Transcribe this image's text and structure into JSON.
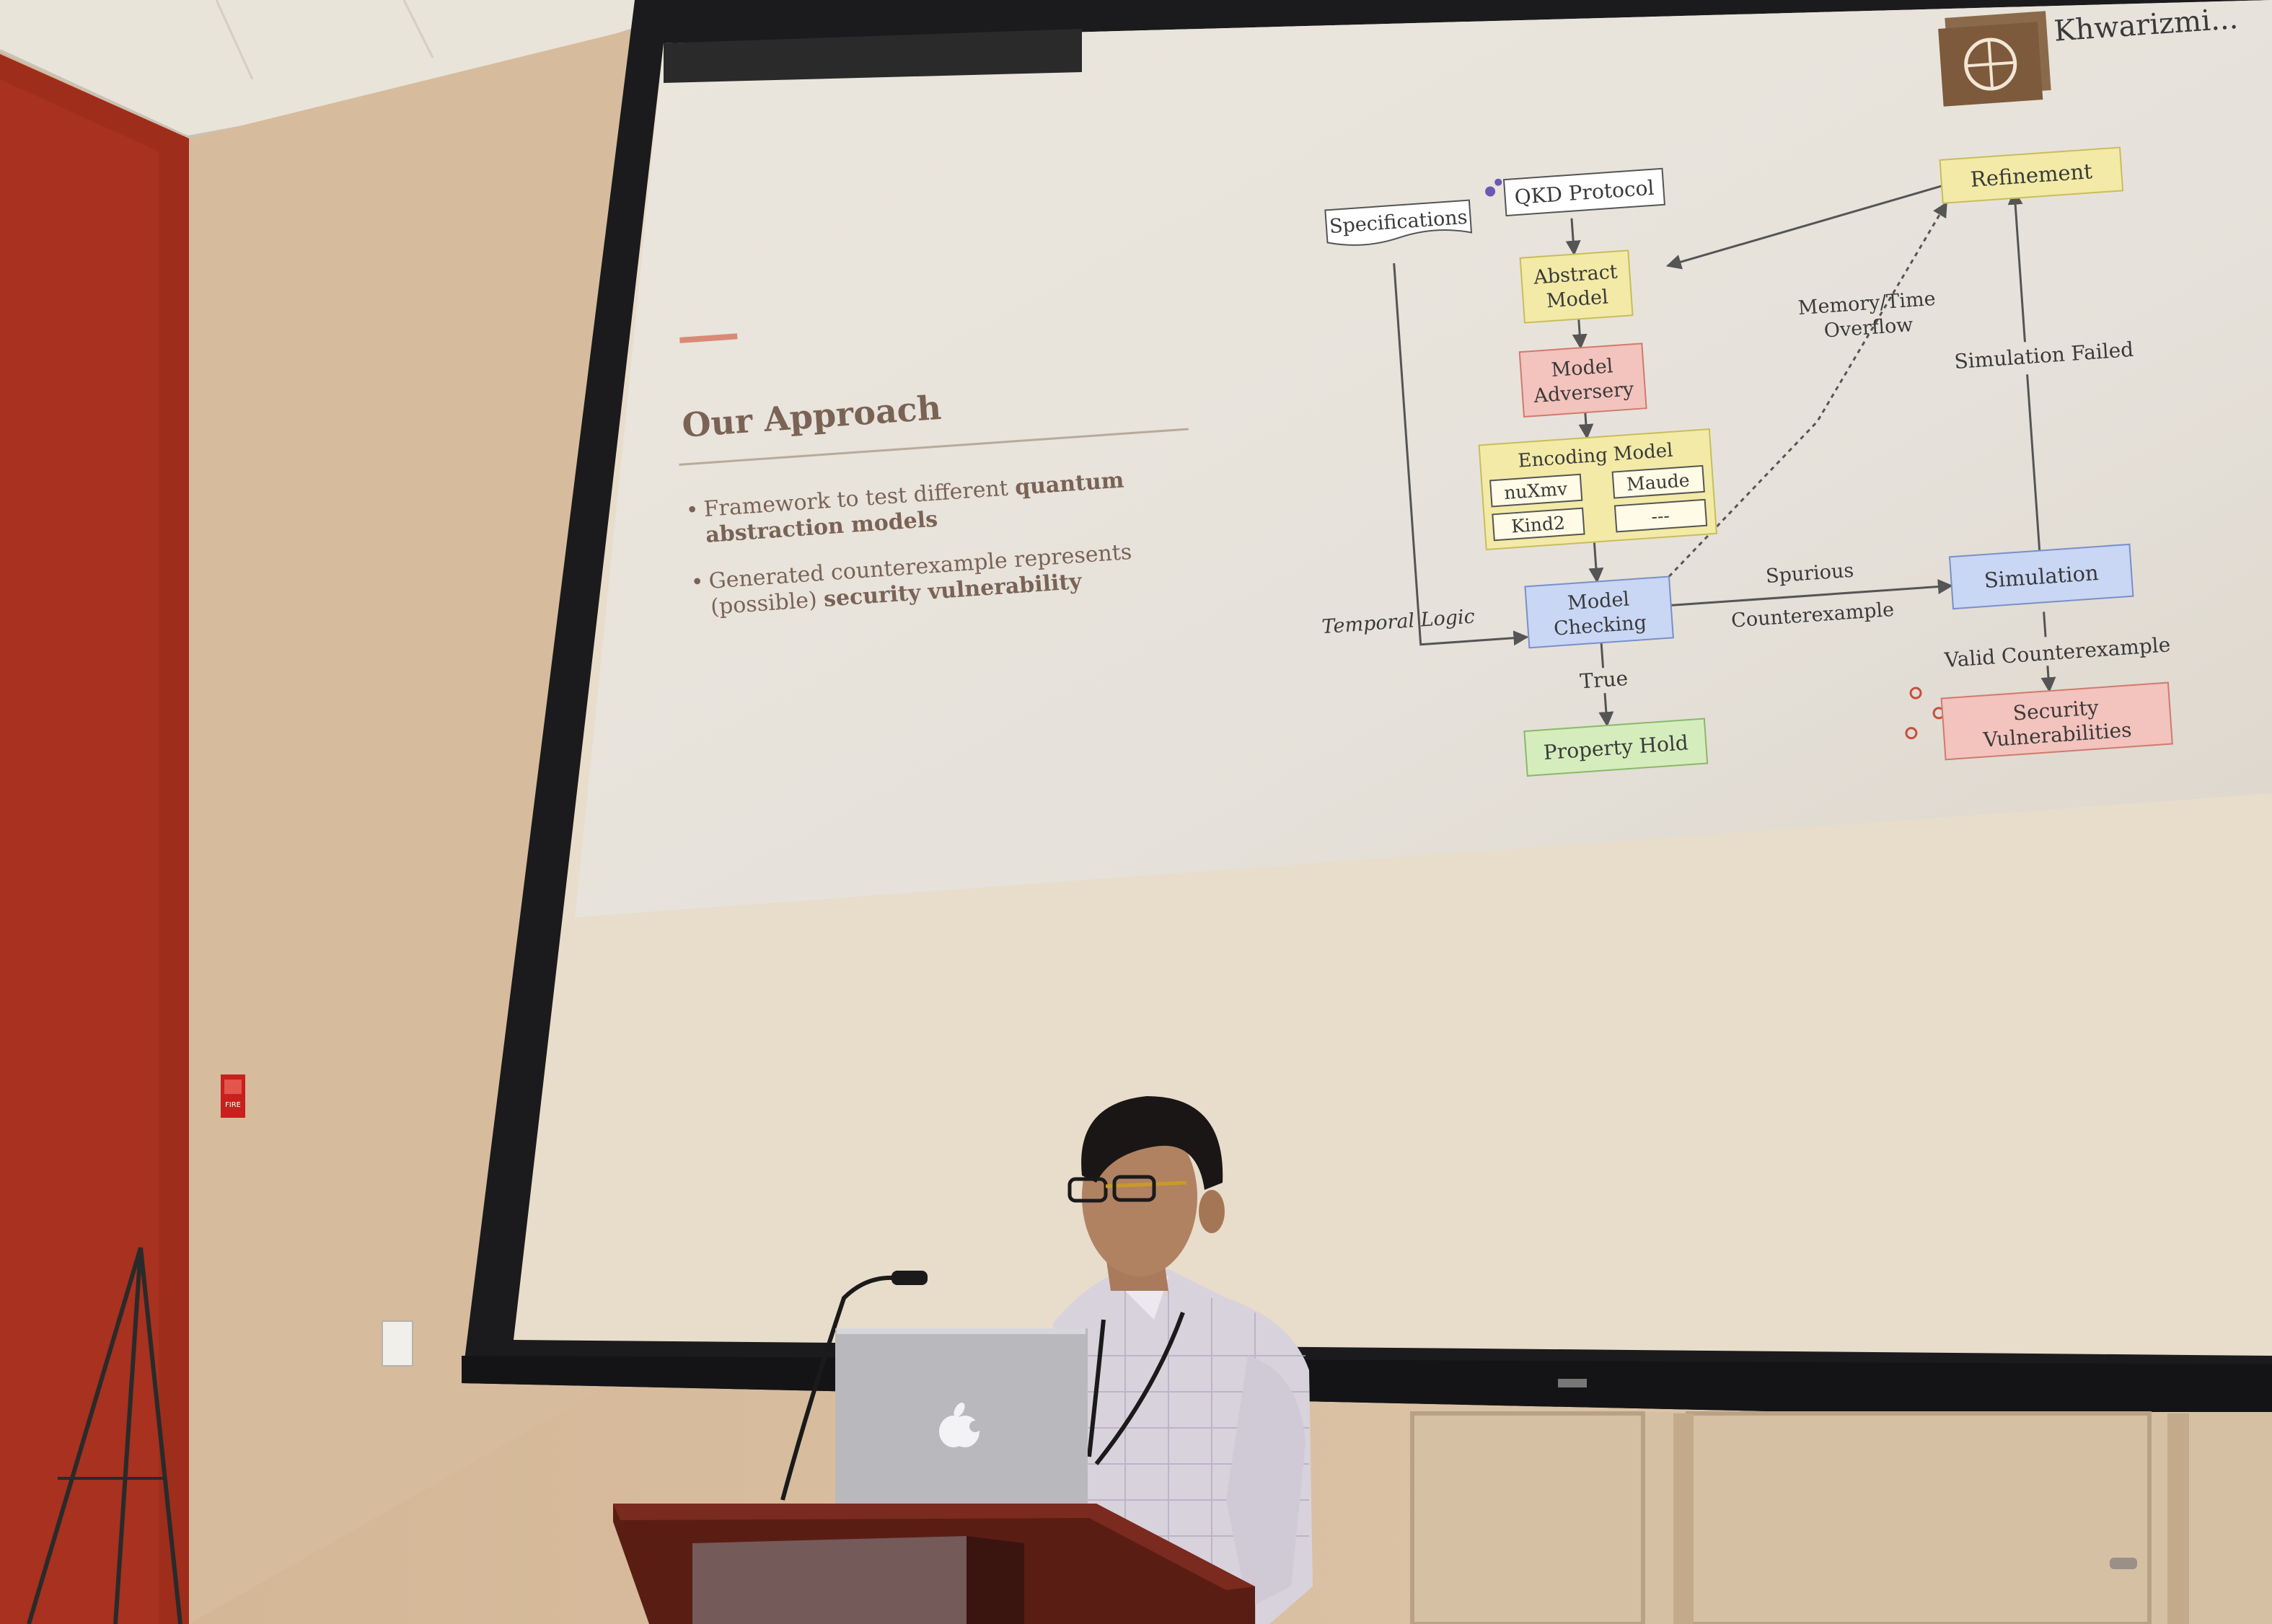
{
  "slide": {
    "logo_text": "Khwarizmi...",
    "title": "Our Approach",
    "bullets": [
      {
        "plain": "Framework to test different ",
        "bold": "quantum",
        "line2_bold": "abstraction models"
      },
      {
        "plain": "Generated counterexample represents",
        "line2_plain": "(possible) ",
        "line2_bold": "security vulnerability"
      }
    ]
  },
  "diagram": {
    "nodes": {
      "specifications": "Specifications",
      "qkd_protocol": "QKD Protocol",
      "refinement": "Refinement",
      "abstract_model_1": "Abstract",
      "abstract_model_2": "Model",
      "model_adversery_1": "Model",
      "model_adversery_2": "Adversery",
      "encoding_model": "Encoding Model",
      "nuxmv": "nuXmv",
      "maude": "Maude",
      "kind2": "Kind2",
      "ellipsis": "---",
      "model_checking_1": "Model",
      "model_checking_2": "Checking",
      "simulation": "Simulation",
      "property_hold": "Property Hold",
      "security_vuln_1": "Security",
      "security_vuln_2": "Vulnerabilities"
    },
    "edges": {
      "temporal_logic": "Temporal Logic",
      "memory_time_1": "Memory/Time",
      "memory_time_2": "Overflow",
      "simulation_failed": "Simulation Failed",
      "spurious_1": "Spurious",
      "spurious_2": "Counterexample",
      "valid_counterexample": "Valid Counterexample",
      "true_label": "True"
    },
    "colors": {
      "yellow": "#f2eaa6",
      "red": "#f3c3bd",
      "blue": "#c9d6f4",
      "green": "#d5edbd",
      "white": "#ffffff"
    }
  },
  "room": {
    "fire_alarm_text": "FIRE"
  }
}
